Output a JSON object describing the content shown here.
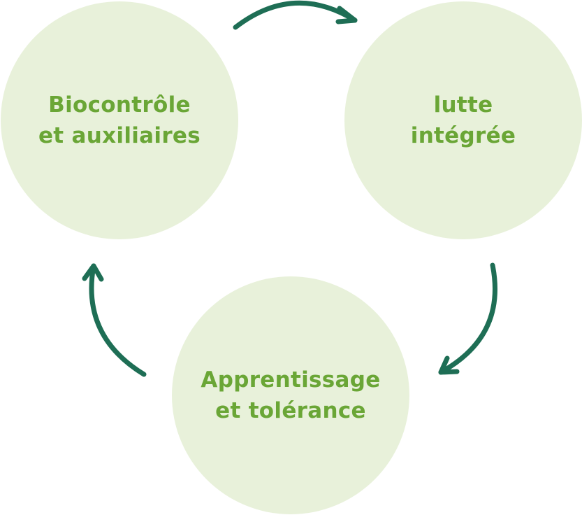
{
  "diagram": {
    "nodes": [
      {
        "id": "biocontrole",
        "lines": [
          "Biocontrôle",
          "et auxiliaires"
        ]
      },
      {
        "id": "lutte",
        "lines": [
          "lutte",
          "intégrée"
        ]
      },
      {
        "id": "apprentissage",
        "lines": [
          "Apprentissage",
          "et tolérance"
        ]
      }
    ],
    "edges": [
      {
        "from": "biocontrole",
        "to": "lutte"
      },
      {
        "from": "lutte",
        "to": "apprentissage"
      },
      {
        "from": "apprentissage",
        "to": "biocontrole"
      }
    ]
  },
  "colors": {
    "circle_fill": "#e8f1da",
    "text": "#6aa636",
    "arrow": "#1e6e55"
  }
}
